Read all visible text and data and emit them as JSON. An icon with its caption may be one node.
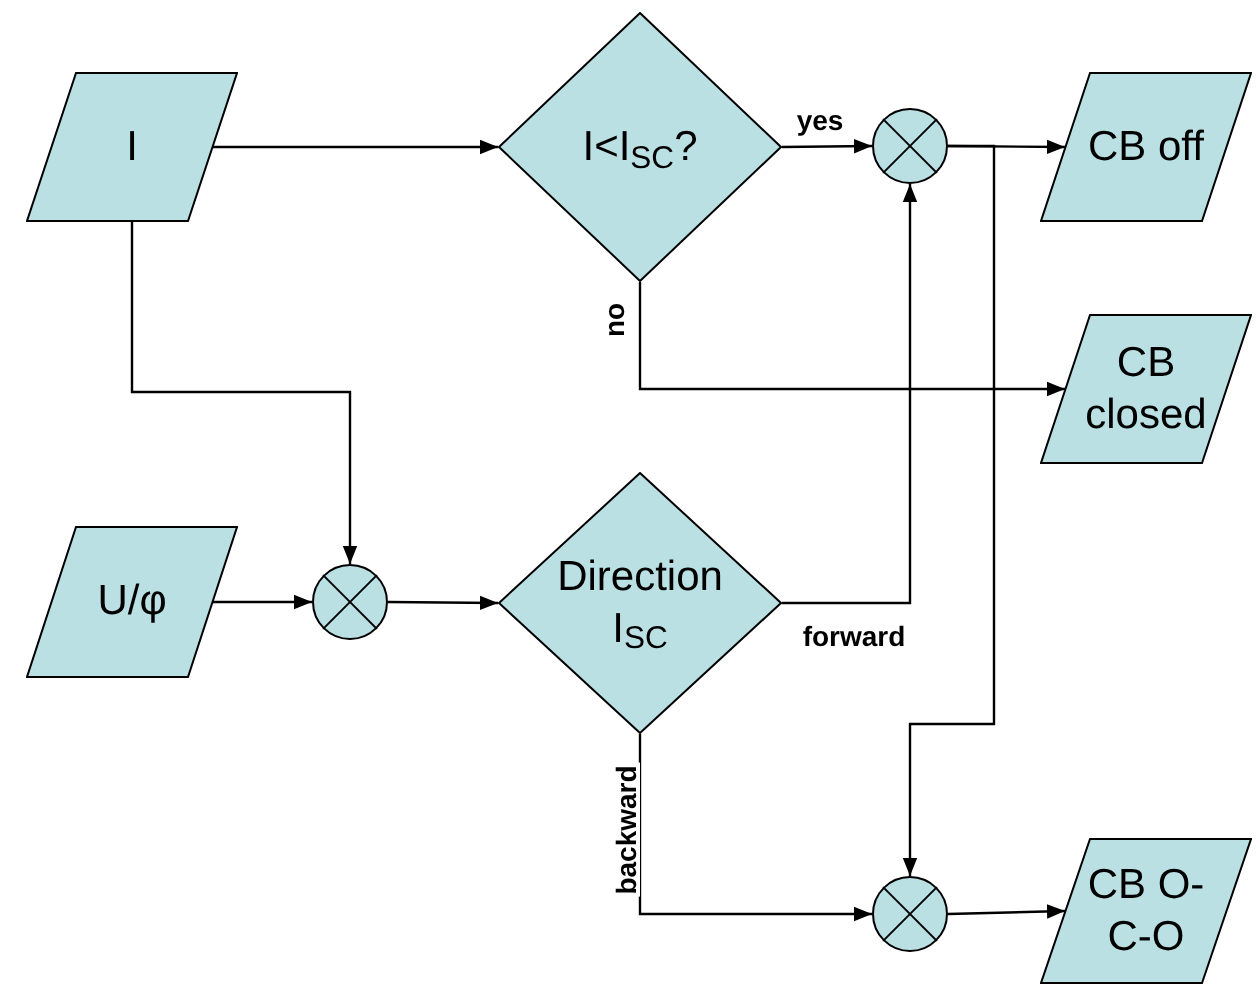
{
  "diagram": {
    "nodes": [
      {
        "text": [
          "I"
        ]
      },
      {
        "text": [
          "I<I$_{SC}$?"
        ]
      },
      {
        "text": [],
        "shape": "circle"
      },
      {
        "text": [
          "CB off"
        ]
      },
      {
        "text": [
          "CB closed"
        ]
      },
      {
        "text": [
          "U/φ"
        ]
      },
      {
        "text": [],
        "shape": "circle"
      },
      {
        "text": [
          "Direction I$_{SC}$"
        ]
      },
      {
        "text": [],
        "shape": "circle"
      },
      {
        "text": [
          "CB O-C-O"
        ]
      }
    ],
    "edges": [
      {
        "from": 0,
        "to": 1,
        "arrow": "to"
      },
      {
        "from": 1,
        "to": 2,
        "arrow": "to",
        "label": "yes"
      },
      {
        "from": 2,
        "to": 3,
        "arrow": "to"
      },
      {
        "from": 1,
        "to": 4,
        "arrow": "to",
        "label": "no"
      },
      {
        "from": 0,
        "to": 6,
        "arrow": "to"
      },
      {
        "from": 5,
        "to": 6,
        "arrow": "to"
      },
      {
        "from": 6,
        "to": 7,
        "arrow": "to"
      },
      {
        "from": 7,
        "to": 2,
        "arrow": "to",
        "label": "forward"
      },
      {
        "from": 2,
        "to": 8,
        "arrow": "to"
      },
      {
        "from": 7,
        "to": 8,
        "arrow": "to",
        "label": "backward"
      },
      {
        "from": 8,
        "to": 9,
        "arrow": "to"
      }
    ]
  }
}
